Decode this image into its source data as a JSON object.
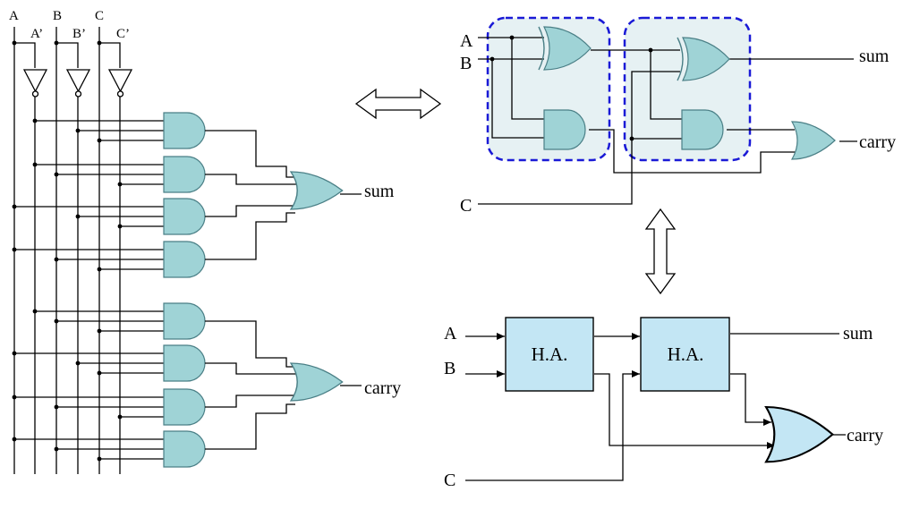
{
  "left_circuit": {
    "inputs": [
      "A",
      "B",
      "C"
    ],
    "inverted": [
      "A’",
      "B’",
      "C’"
    ],
    "outputs": {
      "sum": "sum",
      "carry": "carry"
    }
  },
  "top_right_circuit": {
    "inputs": [
      "A",
      "B",
      "C"
    ],
    "outputs": {
      "sum": "sum",
      "carry": "carry"
    }
  },
  "bottom_right_circuit": {
    "inputs": [
      "A",
      "B",
      "C"
    ],
    "blocks": [
      "H.A.",
      "H.A."
    ],
    "outputs": {
      "sum": "sum",
      "carry": "carry"
    }
  },
  "colors": {
    "gate_fill": "#9fd3d6",
    "block_fill": "#c3e6f4",
    "dashed_box": "#1a1ad6",
    "highlight": "#e6f1f3"
  }
}
